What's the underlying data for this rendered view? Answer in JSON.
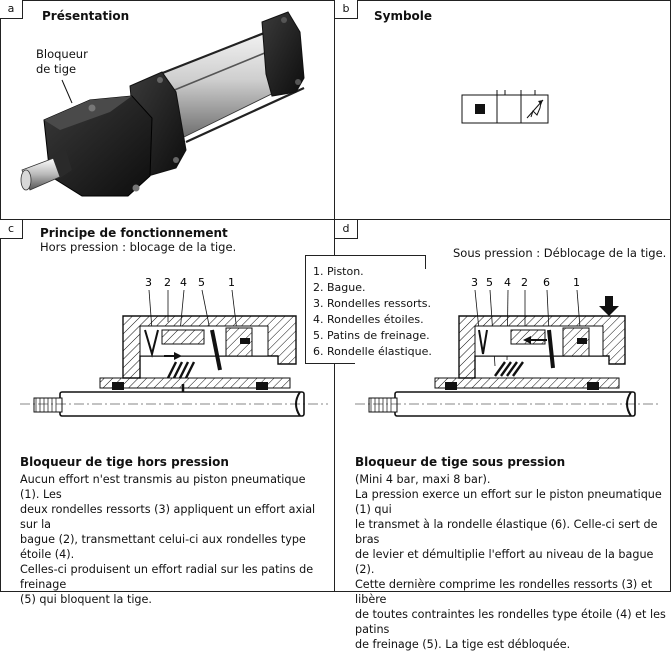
{
  "panels": {
    "a": {
      "tag": "a",
      "title": "Présentation",
      "label_line1": "Bloqueur",
      "label_line2": "de tige"
    },
    "b": {
      "tag": "b",
      "title": "Symbole"
    },
    "c": {
      "tag": "c",
      "title": "Principe de fonctionnement",
      "subtitle": "Hors pression : blocage de la tige.",
      "callouts": [
        "3",
        "2",
        "4",
        "5",
        "1"
      ]
    },
    "d": {
      "tag": "d",
      "subtitle": "Sous pression : Déblocage de la tige.",
      "callouts": [
        "3",
        "5",
        "4",
        "2",
        "6",
        "1"
      ]
    }
  },
  "legend": [
    "1. Piston.",
    "2. Bague.",
    "3. Rondelles ressorts.",
    "4. Rondelles étoiles.",
    "5. Patins de freinage.",
    "6. Rondelle élastique."
  ],
  "text_left": {
    "heading": "Bloqueur de tige hors pression",
    "lines": [
      "Aucun effort n'est transmis au piston pneumatique (1). Les",
      "deux rondelles ressorts (3) appliquent un effort axial sur la",
      "bague (2), transmettant celui-ci aux rondelles type étoile (4).",
      "Celles-ci produisent un effort radial sur les patins de freinage",
      "(5) qui bloquent la tige."
    ]
  },
  "text_right": {
    "heading": "Bloqueur de tige sous pression",
    "lines": [
      "(Mini 4 bar, maxi 8 bar).",
      "La pression exerce un effort sur le piston pneumatique (1) qui",
      "le transmet à la rondelle élastique (6). Celle-ci sert de bras",
      "de levier et démultiplie l'effort au niveau de la bague (2).",
      "Cette dernière comprime les rondelles ressorts (3) et libère",
      "de toutes contraintes les rondelles type étoile (4) et les patins",
      "de freinage (5). La tige est débloquée."
    ]
  }
}
